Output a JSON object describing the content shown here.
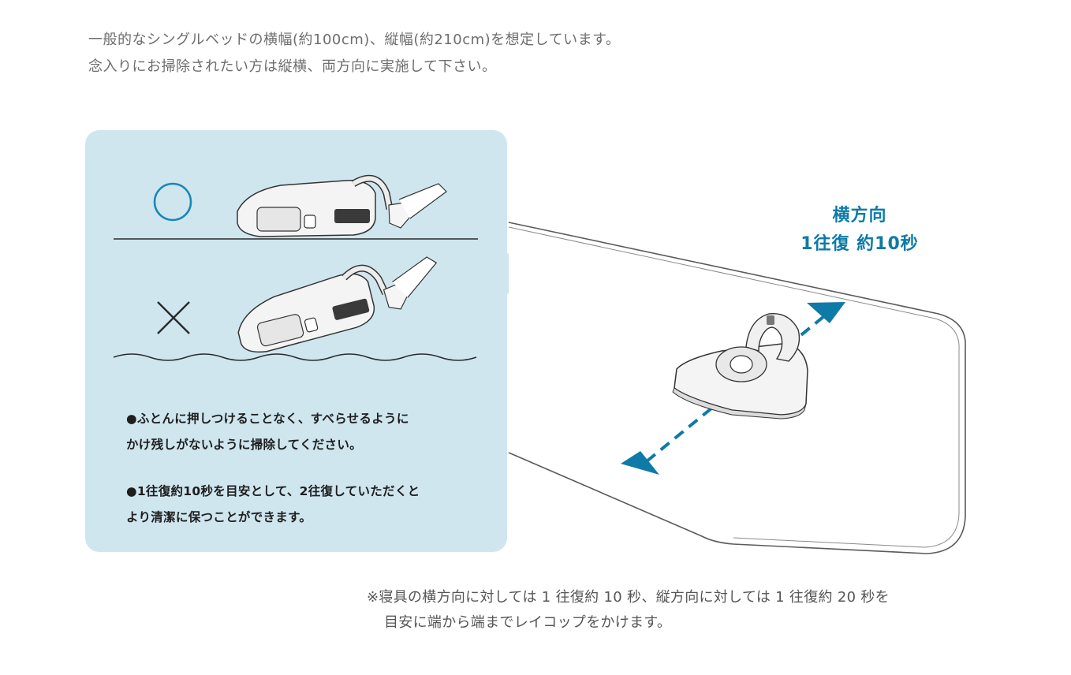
{
  "intro": {
    "line1": "一般的なシングルベッドの横幅(約100cm)、縦幅(約210cm)を想定しています。",
    "line2": "念入りにお掃除されたい方は縦横、両方向に実施して下さい。"
  },
  "panel": {
    "good_mark": "○",
    "bad_mark": "×",
    "note1_line1": "●ふとんに押しつけることなく、すべらせるように",
    "note1_line2": "かけ残しがないように掃除してください。",
    "note2_line1": "●1往復約10秒を目安として、2往復していただくと",
    "note2_line2": "より清潔に保つことができます。"
  },
  "direction": {
    "line1": "横方向",
    "line2": "1往復 約10秒"
  },
  "footnote": {
    "line1": "※寝具の横方向に対しては 1 往復約 10 秒、縦方向に対しては 1 往復約 20 秒を",
    "line2": "目安に端から端までレイコップをかけます。"
  },
  "colors": {
    "panel_bg": "#cfe6ef",
    "accent_blue": "#0e7aa8",
    "circle_blue": "#1b86b8",
    "text_gray": "#6d6d6d"
  }
}
